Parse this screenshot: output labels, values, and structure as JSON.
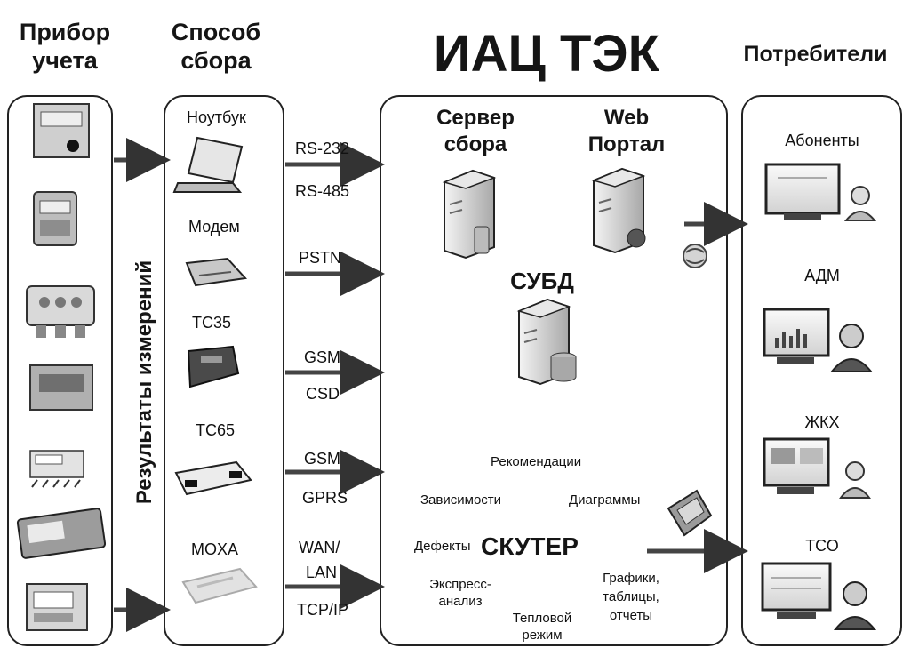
{
  "headers": {
    "meter_line1": "Прибор",
    "meter_line2": "учета",
    "method_line1": "Способ",
    "method_line2": "сбора",
    "center_title": "ИАЦ ТЭК",
    "consumers": "Потребители"
  },
  "vertical_label": "Результаты измерений",
  "methods": {
    "laptop": "Ноутбук",
    "modem": "Модем",
    "tc35": "TC35",
    "tc65": "TC65",
    "moxa": "MOXA"
  },
  "links": {
    "rs232": "RS-232",
    "rs485": "RS-485",
    "pstn": "PSTN",
    "gsm1": "GSM",
    "csd": "CSD",
    "gsm2": "GSM",
    "gprs": "GPRS",
    "wan": "WAN/",
    "lan": "LAN",
    "tcpip": "TCP/IP"
  },
  "center": {
    "server_line1": "Сервер",
    "server_line2": "сбора",
    "web_line1": "Web",
    "web_line2": "Портал",
    "dbms": "СУБД",
    "recommendations": "Рекомендации",
    "dependencies": "Зависимости",
    "diagrams": "Диаграммы",
    "defects": "Дефекты",
    "skuter": "СКУТЕР",
    "express_line1": "Экспресс-",
    "express_line2": "анализ",
    "thermal_line1": "Тепловой",
    "thermal_line2": "режим",
    "charts_line1": "Графики,",
    "charts_line2": "таблицы,",
    "charts_line3": "отчеты"
  },
  "consumer_items": {
    "subscribers": "Абоненты",
    "adm": "АДМ",
    "zhkh": "ЖКХ",
    "tso": "ТСО"
  }
}
